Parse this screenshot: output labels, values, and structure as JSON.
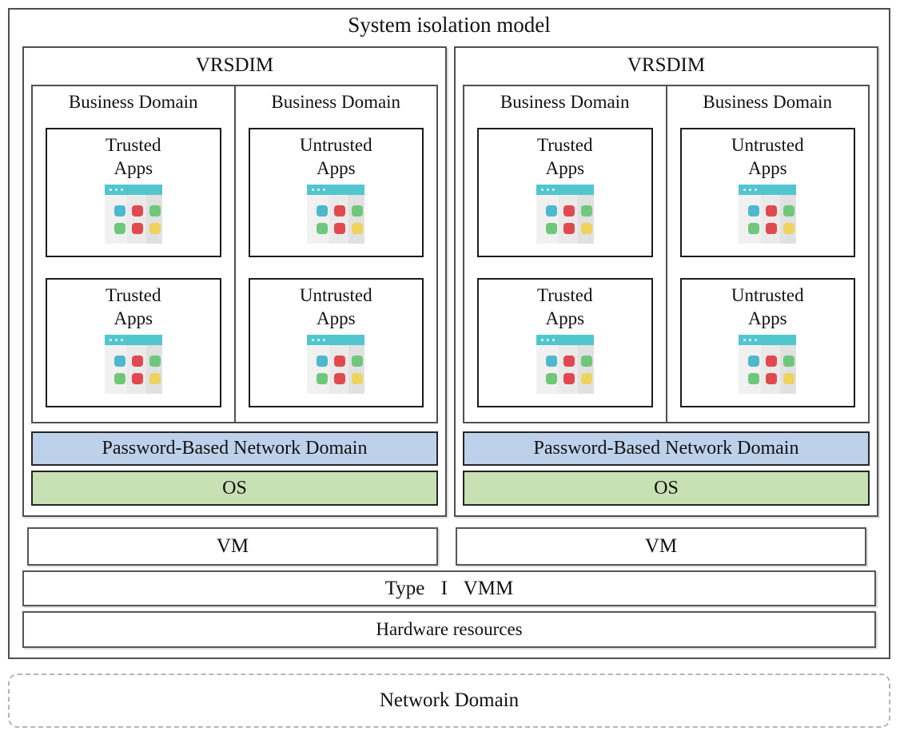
{
  "diagram": {
    "title": "System isolation model",
    "vrsdims": [
      {
        "label": "VRSDIM",
        "business_domains": [
          {
            "label": "Business Domain",
            "apps": [
              {
                "line1": "Trusted",
                "line2": "Apps"
              },
              {
                "line1": "Trusted",
                "line2": "Apps"
              }
            ]
          },
          {
            "label": "Business Domain",
            "apps": [
              {
                "line1": "Untrusted",
                "line2": "Apps"
              },
              {
                "line1": "Untrusted",
                "line2": "Apps"
              }
            ]
          }
        ],
        "network_bar": "Password-Based Network Domain",
        "os_bar": "OS"
      },
      {
        "label": "VRSDIM",
        "business_domains": [
          {
            "label": "Business Domain",
            "apps": [
              {
                "line1": "Trusted",
                "line2": "Apps"
              },
              {
                "line1": "Trusted",
                "line2": "Apps"
              }
            ]
          },
          {
            "label": "Business Domain",
            "apps": [
              {
                "line1": "Untrusted",
                "line2": "Apps"
              },
              {
                "line1": "Untrusted",
                "line2": "Apps"
              }
            ]
          }
        ],
        "network_bar": "Password-Based Network Domain",
        "os_bar": "OS"
      }
    ],
    "vms": [
      "VM",
      "VM"
    ],
    "vmm_label": "Type I VMM",
    "hardware_label": "Hardware resources",
    "network_domain_label": "Network Domain"
  },
  "icons": {
    "app_icon": "app-window-grid-icon"
  },
  "colors": {
    "network_bar_fill": "#bdd2ea",
    "os_bar_fill": "#c7e0b4",
    "icon_header": "#52c6ce",
    "tile_cyan": "#4db8ce",
    "tile_red": "#e2494e",
    "tile_green": "#6fc87a",
    "tile_yellow": "#eed35e"
  }
}
